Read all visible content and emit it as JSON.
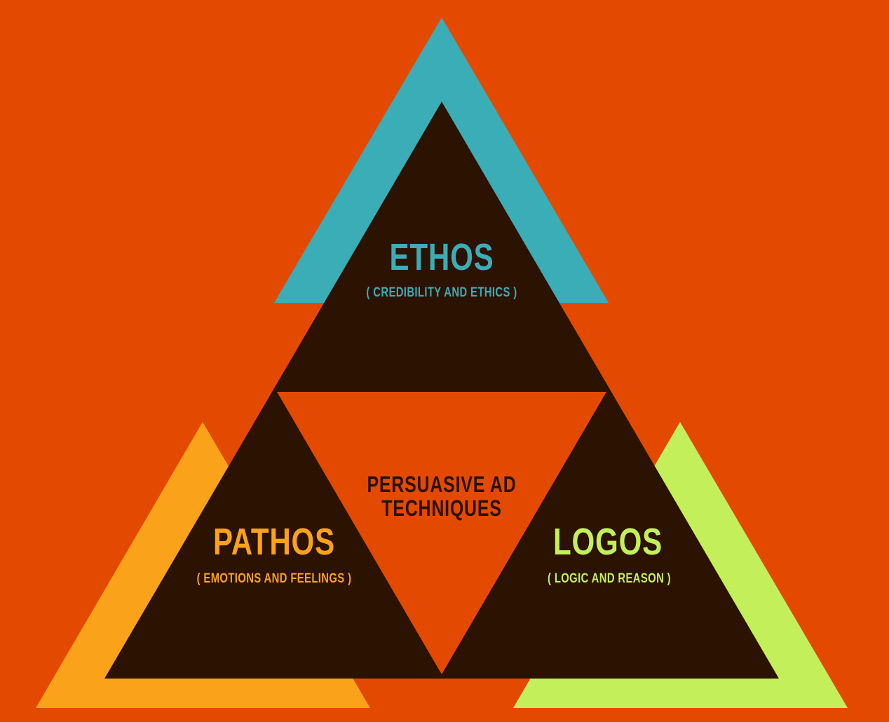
{
  "colors": {
    "background": "#E34A00",
    "dark": "#2C1200",
    "ethos": "#3BADB7",
    "pathos": "#F9A21A",
    "logos": "#C3F05A"
  },
  "center": {
    "line1": "PERSUASIVE AD",
    "line2": "TECHNIQUES"
  },
  "ethos": {
    "title": "ETHOS",
    "subtitle": "( CREDIBILITY AND ETHICS )"
  },
  "pathos": {
    "title": "PATHOS",
    "subtitle": "( EMOTIONS AND FEELINGS )"
  },
  "logos": {
    "title": "LOGOS",
    "subtitle": "( LOGIC AND REASON )"
  }
}
